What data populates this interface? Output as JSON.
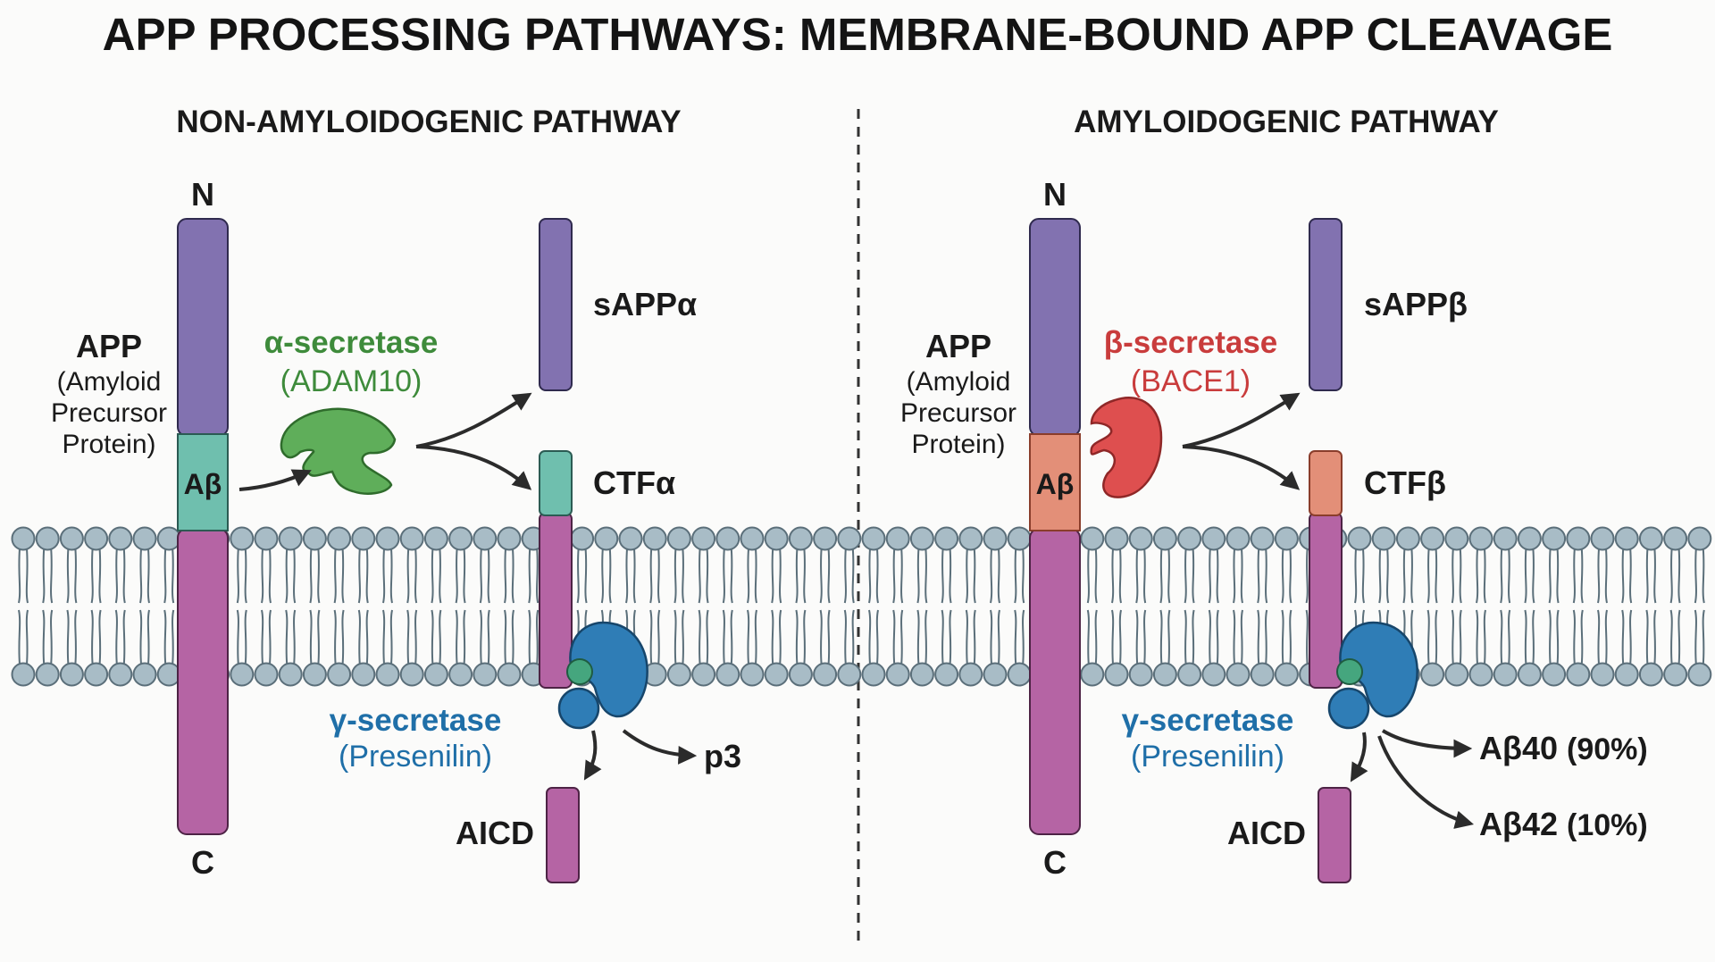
{
  "title": "APP PROCESSING PATHWAYS: MEMBRANE-BOUND APP CLEAVAGE",
  "colors": {
    "n_terminal": "#8272b0",
    "c_terminal": "#b564a4",
    "abeta_alpha": "#6fbfae",
    "abeta_beta": "#e38f78",
    "alpha_secretase": "#5fae5a",
    "beta_secretase": "#de4f4f",
    "gamma_secretase": "#2f7db6",
    "presenilin_small": "#45a67e",
    "lipid": "#a8bcc6"
  },
  "left": {
    "heading": "NON-AMYLOIDOGENIC PATHWAY",
    "n_term": "N",
    "c_term": "C",
    "app_label": "APP",
    "app_desc_1": "(Amyloid",
    "app_desc_2": "Precursor",
    "app_desc_3": "Protein)",
    "abeta": "Aβ",
    "secretase_name": "α-secretase",
    "secretase_sub": "(ADAM10)",
    "soluble_fragment": "sAPPα",
    "ctf": "CTFα",
    "gamma_name": "γ-secretase",
    "gamma_sub": "(Presenilin)",
    "product": "p3",
    "aicd": "AICD",
    "secretase_icon": "alpha-secretase-enzyme-icon",
    "gamma_icon": "gamma-secretase-complex-icon"
  },
  "right": {
    "heading": "AMYLOIDOGENIC PATHWAY",
    "n_term": "N",
    "c_term": "C",
    "app_label": "APP",
    "app_desc_1": "(Amyloid",
    "app_desc_2": "Precursor",
    "app_desc_3": "Protein)",
    "abeta": "Aβ",
    "secretase_name": "β-secretase",
    "secretase_sub": "(BACE1)",
    "soluble_fragment": "sAPPβ",
    "ctf": "CTFβ",
    "gamma_name": "γ-secretase",
    "gamma_sub": "(Presenilin)",
    "product_1": "Aβ40",
    "product_1_pct": "(90%)",
    "product_2": "Aβ42",
    "product_2_pct": "(10%)",
    "aicd": "AICD",
    "secretase_icon": "beta-secretase-enzyme-icon",
    "gamma_icon": "gamma-secretase-complex-icon"
  }
}
